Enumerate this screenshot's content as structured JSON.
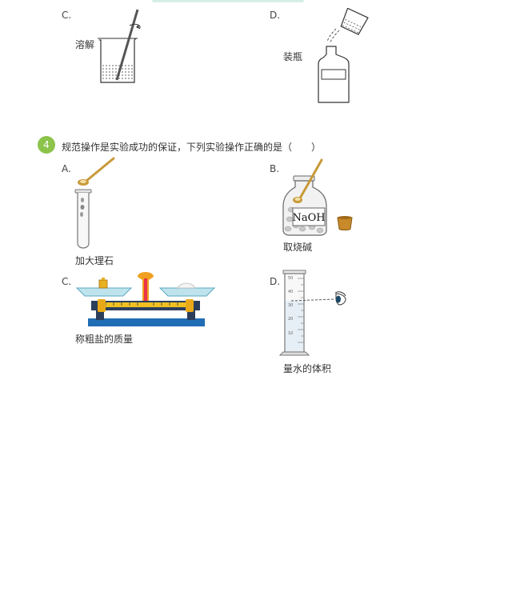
{
  "prev_question": {
    "option_c": {
      "letter": "C.",
      "caption": "溶解",
      "image_icon": "beaker-stirring-rod"
    },
    "option_d": {
      "letter": "D.",
      "caption": "装瓶",
      "image_icon": "pouring-into-bottle"
    }
  },
  "question4": {
    "number": "4",
    "badge_color": "#8cc34a",
    "text": "规范操作是实验成功的保证，下列实验操作正确的是（　　）",
    "options": [
      {
        "letter": "A.",
        "caption": "加大理石",
        "image_icon": "test-tube-spoon"
      },
      {
        "letter": "B.",
        "caption": "取烧碱",
        "image_icon": "reagent-bottle-spoon",
        "bottle_label": "NaOH"
      },
      {
        "letter": "C.",
        "caption": "称粗盐的质量",
        "image_icon": "balance-scale"
      },
      {
        "letter": "D.",
        "caption": "量水的体积",
        "image_icon": "graduated-cylinder-eye",
        "scale_labels": [
          "50",
          "40",
          "30",
          "20",
          "10"
        ]
      }
    ]
  }
}
